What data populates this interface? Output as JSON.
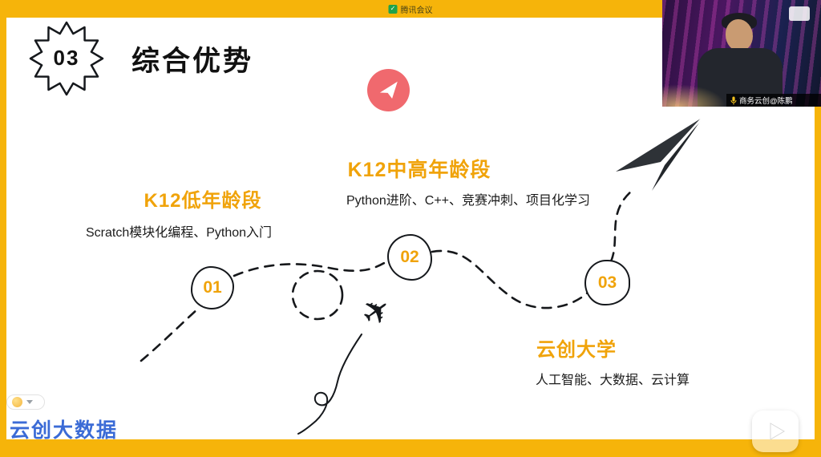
{
  "meeting": {
    "app_label": "腾讯会议",
    "participant_name": "商务云创@陈鹏"
  },
  "slide": {
    "badge_number": "03",
    "title": "综合优势",
    "stages": [
      {
        "number": "01",
        "label": "K12低年龄段",
        "desc": "Scratch模块化编程、Python入门"
      },
      {
        "number": "02",
        "label": "K12中高年龄段",
        "desc": "Python进阶、C++、竞赛冲刺、项目化学习"
      },
      {
        "number": "03",
        "label": "云创大学",
        "desc": "人工智能、大数据、云计算"
      }
    ],
    "watermark": "云创大数据"
  },
  "colors": {
    "frame_yellow": "#F6B40A",
    "accent_orange": "#F0A30A",
    "send_icon_pink": "#F0696E",
    "watermark_blue": "#3B6BD6",
    "ink": "#15181C"
  }
}
